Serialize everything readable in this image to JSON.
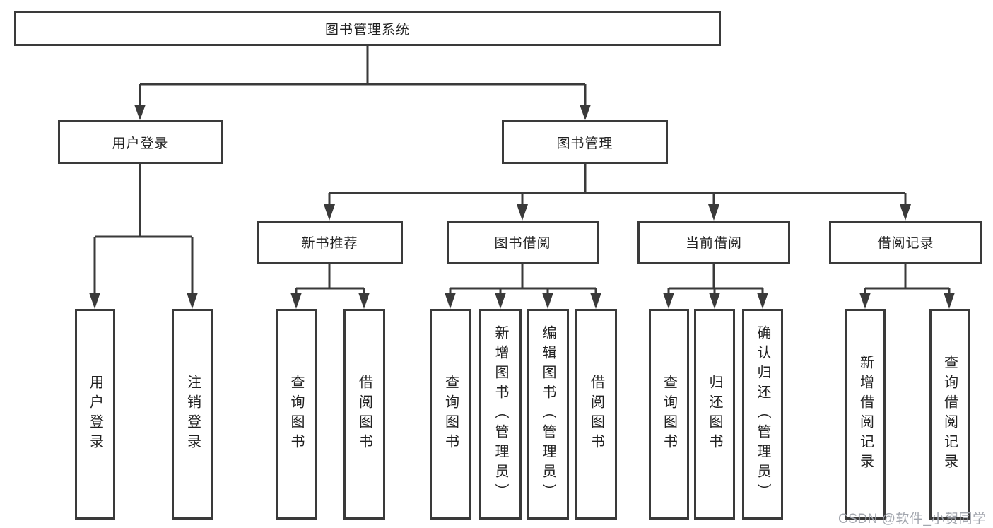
{
  "tree": {
    "root": {
      "label": "图书管理系统"
    },
    "branches": [
      {
        "label": "用户登录",
        "leaves": [
          {
            "label": "用户登录"
          },
          {
            "label": "注销登录"
          }
        ]
      },
      {
        "label": "图书管理",
        "groups": [
          {
            "label": "新书推荐",
            "leaves": [
              {
                "label": "查询图书"
              },
              {
                "label": "借阅图书"
              }
            ]
          },
          {
            "label": "图书借阅",
            "leaves": [
              {
                "label": "查询图书"
              },
              {
                "label": "新增图书（管理员）"
              },
              {
                "label": "编辑图书（管理员）"
              },
              {
                "label": "借阅图书"
              }
            ]
          },
          {
            "label": "当前借阅",
            "leaves": [
              {
                "label": "查询图书"
              },
              {
                "label": "归还图书"
              },
              {
                "label": "确认归还（管理员）"
              }
            ]
          },
          {
            "label": "借阅记录",
            "leaves": [
              {
                "label": "新增借阅记录"
              },
              {
                "label": "查询借阅记录"
              }
            ]
          }
        ]
      }
    ]
  },
  "watermark": {
    "text": "CSDN @软件_小贺同学"
  },
  "colors": {
    "line": "#3a3a3a",
    "text": "#222222",
    "background": "#ffffff",
    "watermark": "#a2a6ae"
  }
}
